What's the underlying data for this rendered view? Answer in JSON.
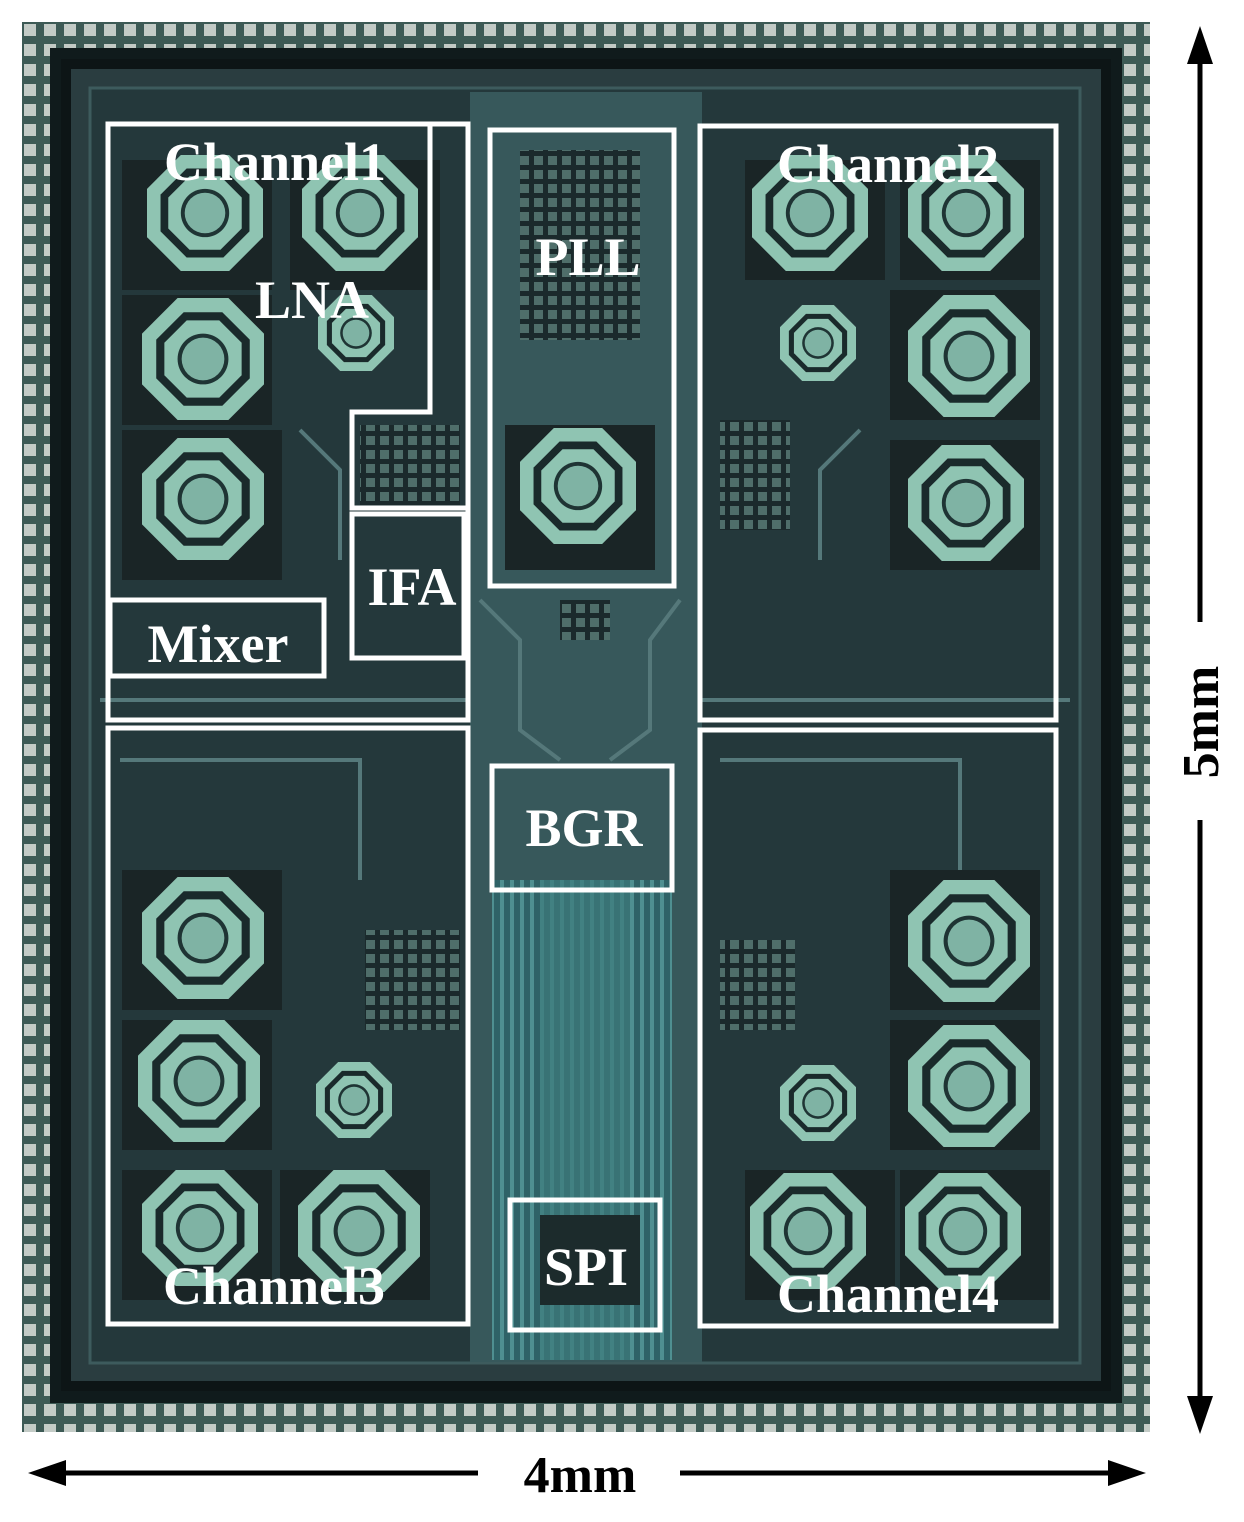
{
  "figure": {
    "blocks": {
      "channel1": "Channel1",
      "channel2": "Channel2",
      "channel3": "Channel3",
      "channel4": "Channel4",
      "lna": "LNA",
      "mixer": "Mixer",
      "ifa": "IFA",
      "pll": "PLL",
      "bgr": "BGR",
      "spi": "SPI"
    },
    "dimensions": {
      "width": "4mm",
      "height": "5mm"
    },
    "colors": {
      "die_background": "#24383b",
      "inductor": "#8fc4b2",
      "label": "#ffffff",
      "border_pads": "#b9c2bd"
    }
  }
}
